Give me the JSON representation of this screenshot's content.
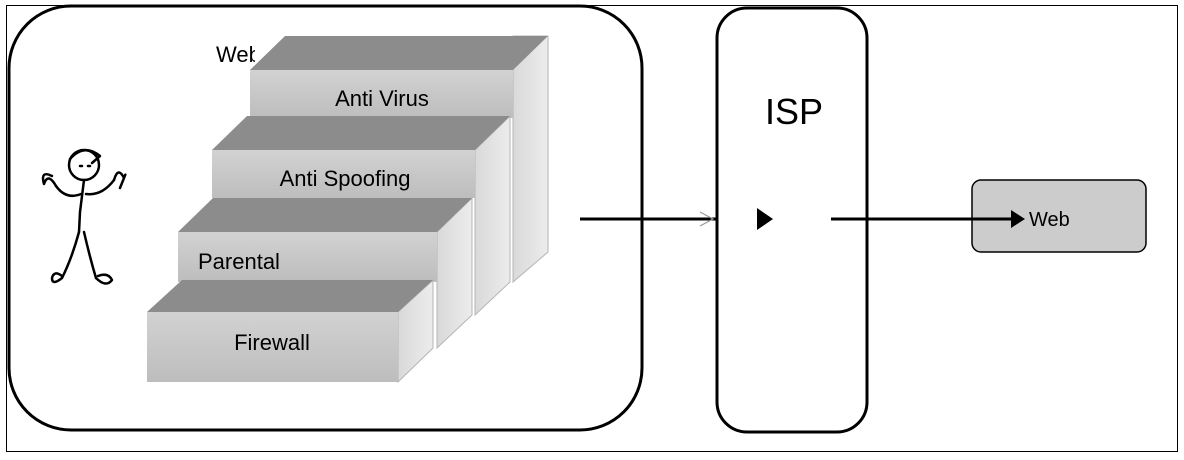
{
  "user_network": {
    "partial_label": "Web",
    "layers": [
      {
        "label": "Anti Virus"
      },
      {
        "label": "Anti Spoofing"
      },
      {
        "label": "Parental"
      },
      {
        "label": "Firewall"
      }
    ]
  },
  "isp": {
    "label": "ISP"
  },
  "web": {
    "label": "Web"
  },
  "colors": {
    "step_front": "#c8c8c8",
    "step_top": "#8a8a8a",
    "step_side": "#e2e2e2",
    "outline": "#000000"
  },
  "icons": {
    "user": "stick-figure-icon"
  }
}
